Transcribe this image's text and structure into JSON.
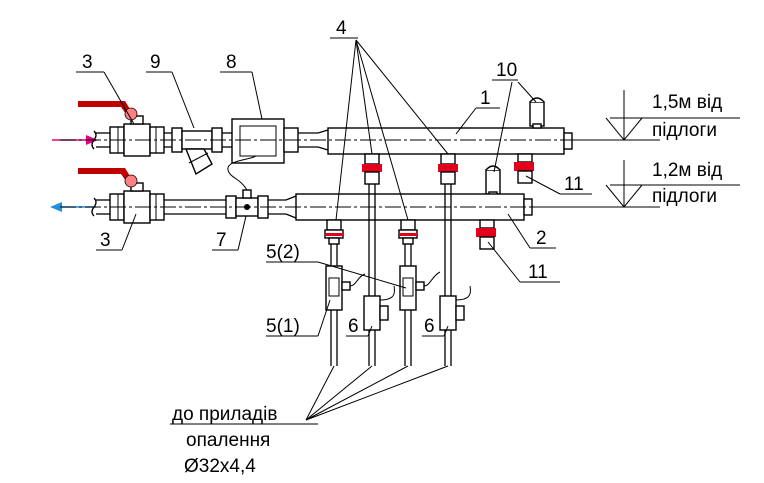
{
  "labels": {
    "n1": "1",
    "n2": "2",
    "n3_top": "3",
    "n3_bottom": "3",
    "n4": "4",
    "n5_2": "5(2)",
    "n5_1": "5(1)",
    "n6_left": "6",
    "n6_right": "6",
    "n7": "7",
    "n8": "8",
    "n9": "9",
    "n10": "10",
    "n11_top": "11",
    "n11_bottom": "11"
  },
  "height_marks": {
    "supply_line1": "1,5м від",
    "supply_line2": "підлоги",
    "return_line1": "1,2м від",
    "return_line2": "підлоги"
  },
  "caption": {
    "line1": "до приладів",
    "line2": "опалення",
    "line3": "Ø32х4,4"
  },
  "colors": {
    "supply_arrow": "#e6007e",
    "return_arrow": "#1f8fe0",
    "valve_handle": "#c00000",
    "valve_knob": "#ff8080",
    "red_fitting": "#e2001a"
  }
}
